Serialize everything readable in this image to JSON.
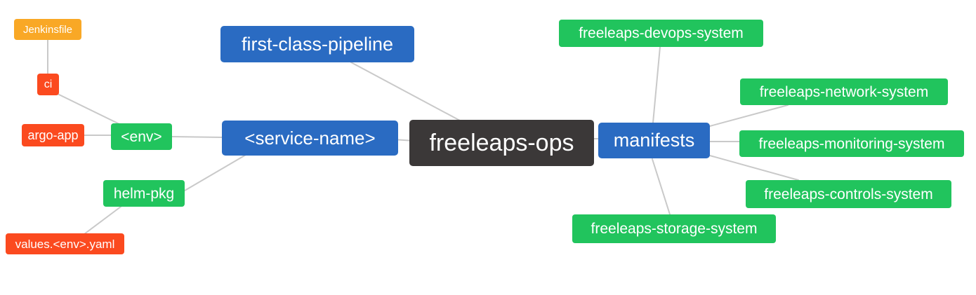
{
  "colors": {
    "root_bg": "#3B3838",
    "branch_bg": "#2A6BC2",
    "leaf_green_bg": "#21C45D",
    "leaf_red_bg": "#FB4A1F",
    "leaf_orange_bg": "#F9A826",
    "edge_line": "#C9C9C9",
    "node_text": "#FFFFFF",
    "canvas_bg": "#FFFFFF"
  },
  "diagram": {
    "root": {
      "label": "freeleaps-ops"
    },
    "left_branch": {
      "first_class_pipeline": {
        "label": "first-class-pipeline"
      },
      "service_name": {
        "label": "<service-name>"
      },
      "env": {
        "label": "<env>"
      },
      "ci": {
        "label": "ci"
      },
      "jenkinsfile": {
        "label": "Jenkinsfile"
      },
      "argo_app": {
        "label": "argo-app"
      },
      "helm_pkg": {
        "label": "helm-pkg"
      },
      "values_env_yaml": {
        "label": "values.<env>.yaml"
      }
    },
    "right_branch": {
      "manifests": {
        "label": "manifests"
      },
      "systems": [
        {
          "label": "freeleaps-devops-system"
        },
        {
          "label": "freeleaps-network-system"
        },
        {
          "label": "freeleaps-monitoring-system"
        },
        {
          "label": "freeleaps-controls-system"
        },
        {
          "label": "freeleaps-storage-system"
        }
      ]
    },
    "edges": [
      {
        "from": "Jenkinsfile",
        "to": "ci"
      },
      {
        "from": "ci",
        "to": "<env>"
      },
      {
        "from": "argo-app",
        "to": "<env>"
      },
      {
        "from": "<env>",
        "to": "<service-name>"
      },
      {
        "from": "helm-pkg",
        "to": "<service-name>"
      },
      {
        "from": "values.<env>.yaml",
        "to": "helm-pkg"
      },
      {
        "from": "first-class-pipeline",
        "to": "freeleaps-ops"
      },
      {
        "from": "<service-name>",
        "to": "freeleaps-ops"
      },
      {
        "from": "freeleaps-ops",
        "to": "manifests"
      },
      {
        "from": "manifests",
        "to": "freeleaps-devops-system"
      },
      {
        "from": "manifests",
        "to": "freeleaps-network-system"
      },
      {
        "from": "manifests",
        "to": "freeleaps-monitoring-system"
      },
      {
        "from": "manifests",
        "to": "freeleaps-controls-system"
      },
      {
        "from": "manifests",
        "to": "freeleaps-storage-system"
      }
    ]
  }
}
